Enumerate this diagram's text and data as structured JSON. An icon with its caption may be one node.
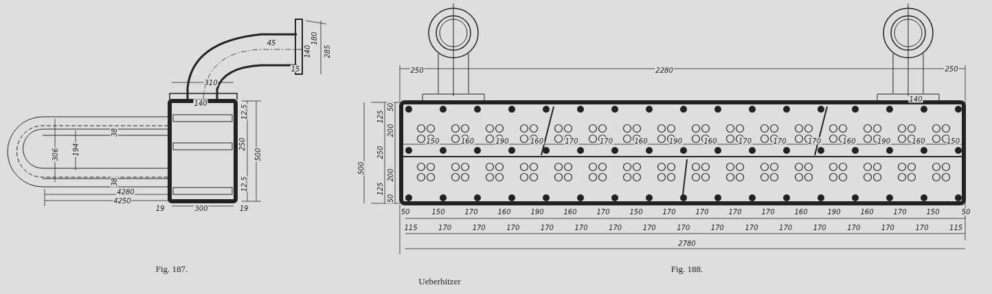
{
  "diagram": {
    "caption": "Ueberhitzer",
    "labels": [
      "45",
      "180",
      "140",
      "285",
      "15",
      "310",
      "140",
      "12,5",
      "250",
      "500",
      "12,5",
      "306",
      "194",
      "38",
      "38",
      "4280",
      "4250",
      "19",
      "300",
      "19",
      "250",
      "2280",
      "250",
      "140",
      "500",
      "125",
      "250",
      "125",
      "50",
      "200",
      "200",
      "50",
      "150",
      "160",
      "190",
      "160",
      "170",
      "170",
      "160",
      "190",
      "160",
      "170",
      "170",
      "170",
      "160",
      "190",
      "160",
      "150",
      "50",
      "150",
      "170",
      "160",
      "190",
      "160",
      "170",
      "150",
      "170",
      "170",
      "170",
      "170",
      "160",
      "190",
      "160",
      "170",
      "150",
      "50",
      "115",
      "170",
      "170",
      "170",
      "170",
      "170",
      "170",
      "170",
      "170",
      "170",
      "170",
      "170",
      "170",
      "170",
      "170",
      "170",
      "115",
      "2780",
      "Fig. 187.",
      "Fig. 188."
    ]
  }
}
